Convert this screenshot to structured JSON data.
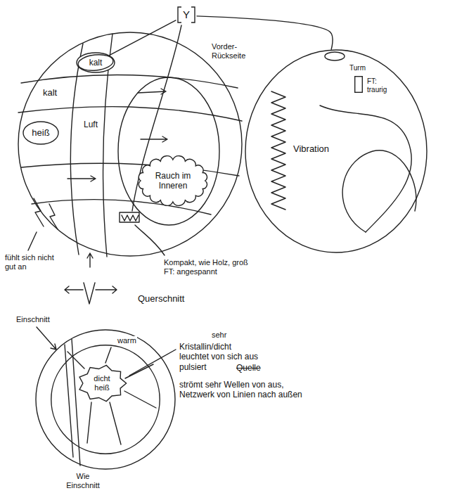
{
  "diagram": {
    "nodes": [
      {
        "text": [
          "Y"
        ]
      },
      {
        "text": [
          "kalt",
          "Luft"
        ]
      },
      {
        "text": [
          "kalt"
        ],
        "in": 1
      },
      {
        "text": [
          "heiß"
        ],
        "in": 1
      },
      {
        "text": [
          "Rauch im Inneren"
        ],
        "in": 1
      },
      {
        "text": [
          "Vibration"
        ]
      },
      {
        "text": [
          "Turm",
          "FT: traurig"
        ],
        "in": 5
      },
      {
        "text": [
          "warm"
        ]
      },
      {
        "text": [
          "dicht heiß"
        ],
        "in": 7
      }
    ],
    "edges": [
      {
        "from": 0,
        "to": 2,
        "arrow": "none"
      },
      {
        "from": 0,
        "to": 5,
        "arrow": "none"
      }
    ],
    "labels": [
      "Vorder- Rückseite",
      "fühlt sich nicht gut an",
      "Kompakt, wie Holz, groß FT: angespannt",
      "Querschnitt",
      "Einschnitt",
      "sehr",
      "Kristallin/dicht leuchtet von sich aus pulsiert",
      "Quelle",
      "strömt sehr Wellen von aus, Netzwerk von Linien nach außen",
      "Wie Einschnitt"
    ]
  }
}
